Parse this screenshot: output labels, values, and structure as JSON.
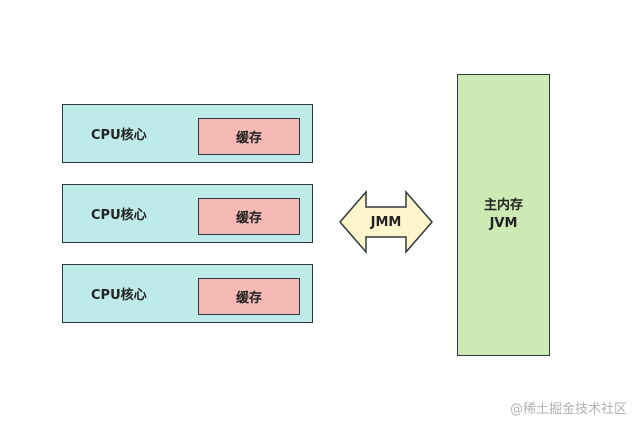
{
  "cpu_units": [
    {
      "core_label": "CPU核心",
      "cache_label": "缓存"
    },
    {
      "core_label": "CPU核心",
      "cache_label": "缓存"
    },
    {
      "core_label": "CPU核心",
      "cache_label": "缓存"
    }
  ],
  "connector": {
    "label": "JMM"
  },
  "main_memory": {
    "line1": "主内存",
    "line2": "JVM"
  },
  "watermark": "@稀土掘金技术社区",
  "colors": {
    "cpu_fill": "#bfeaea",
    "cache_fill": "#f5b9b6",
    "arrow_fill": "#fff5cc",
    "memory_fill": "#cdeab4",
    "stroke": "#2f3b3b"
  }
}
